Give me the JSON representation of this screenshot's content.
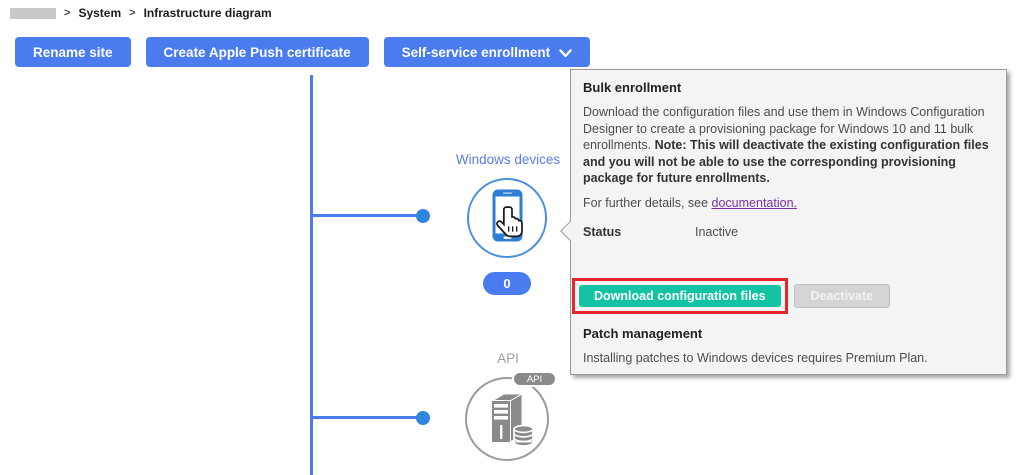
{
  "breadcrumb": {
    "separator": ">",
    "item_system": "System",
    "item_page": "Infrastructure diagram"
  },
  "toolbar": {
    "rename_site_label": "Rename site",
    "create_apple_push_label": "Create Apple Push certificate",
    "self_service_label": "Self-service enrollment"
  },
  "diagram": {
    "windows_node": {
      "label": "Windows devices",
      "count_badge": "0",
      "icon": "smartphone-icon"
    },
    "api_node": {
      "label": "API",
      "badge": "API",
      "icon": "server-icon"
    }
  },
  "popup": {
    "title": "Bulk enrollment",
    "body": "Download the configuration files and use them in Windows Configuration Designer to create a provisioning package for Windows 10 and 11 bulk enrollments. ",
    "note": "Note: This will deactivate the existing configuration files and you will not be able to use the corresponding provisioning package for future enrollments.",
    "details_prefix": "For further details, see ",
    "details_link": "documentation.",
    "status_label": "Status",
    "status_value": "Inactive",
    "buttons": {
      "download": "Download configuration files",
      "deactivate": "Deactivate"
    },
    "patch": {
      "title": "Patch management",
      "body": "Installing patches to Windows devices requires Premium Plan."
    }
  },
  "colors": {
    "primary_blue": "#4a7cf0",
    "node_circle_blue": "#4a90d9",
    "connector_dot_blue": "#2f86dd",
    "teal_button": "#13c3a4",
    "annotation_red": "#e8262a",
    "node_gray": "#8a8a8a"
  }
}
